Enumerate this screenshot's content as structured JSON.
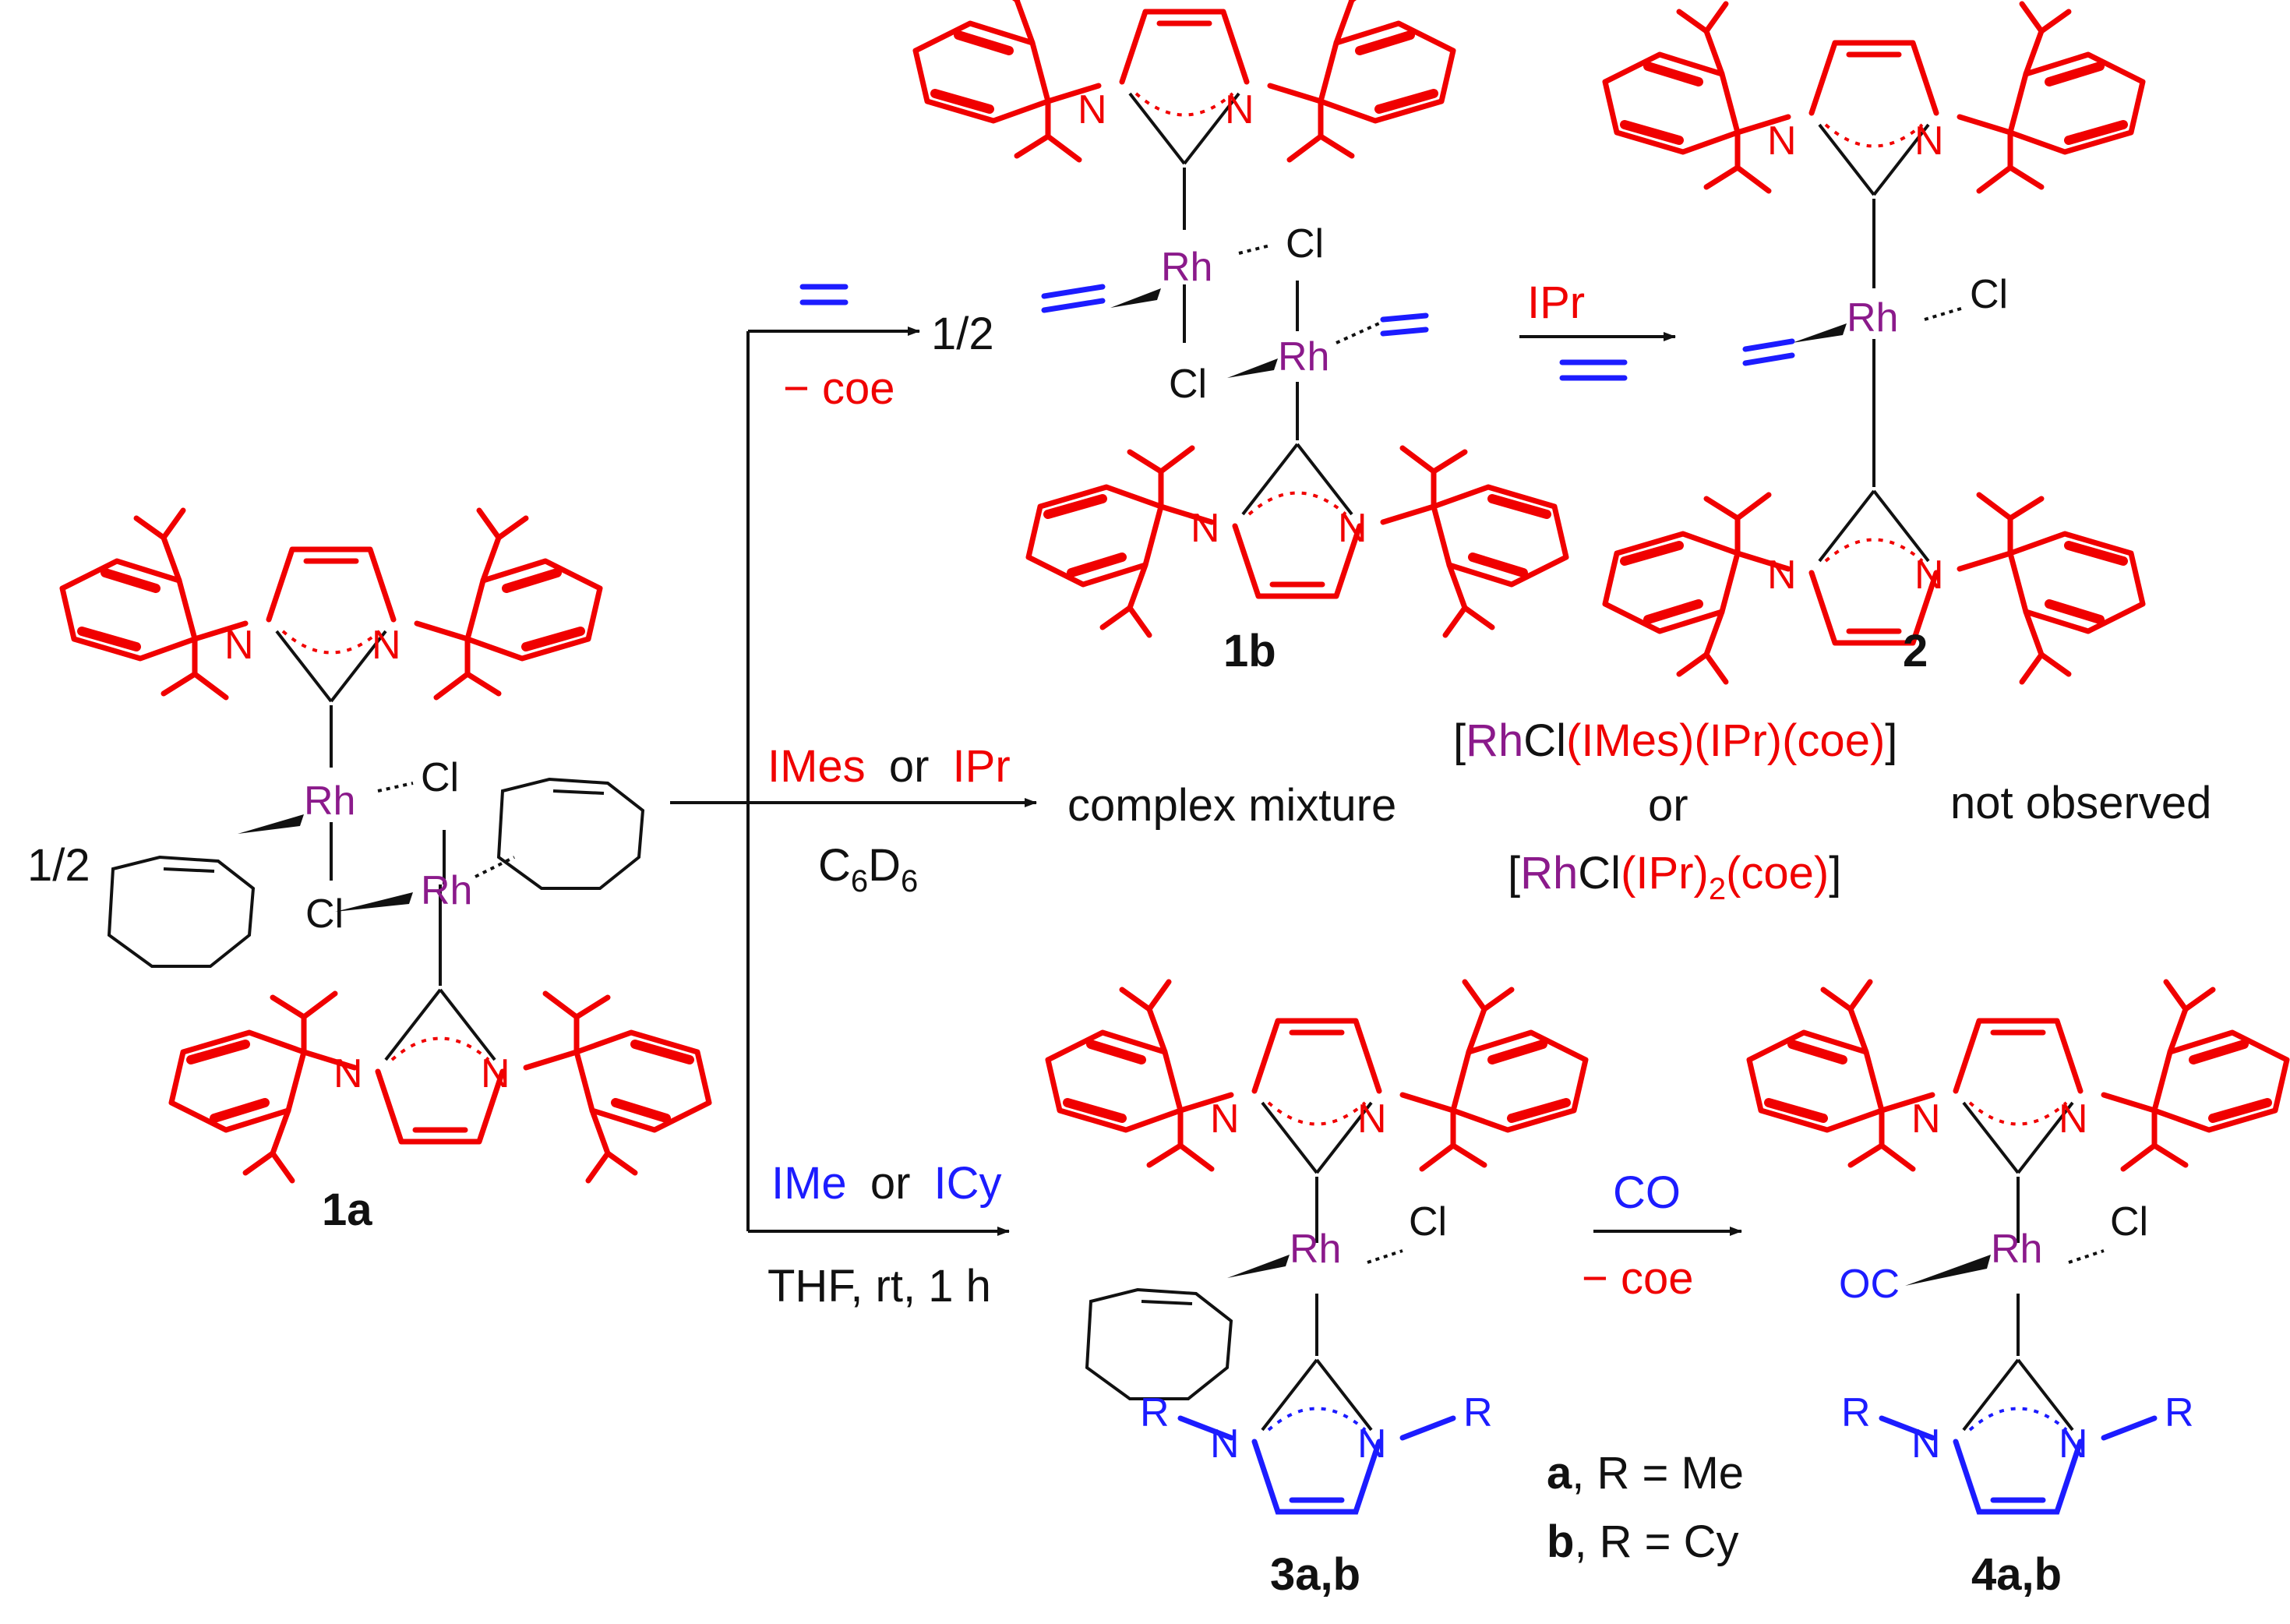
{
  "compounds": {
    "c1a": "1a",
    "c1b": "1b",
    "c2": "2",
    "c3": "3a,b",
    "c4": "4a,b"
  },
  "fraction": "1/2",
  "atoms": {
    "rh": "Rh",
    "cl": "Cl",
    "n": "N",
    "r": "R",
    "oc": "OC"
  },
  "arrows": {
    "top": {
      "minus_coe": "− coe"
    },
    "ipr_step": {
      "reagent": "IPr"
    },
    "middle": {
      "reagent_a": "IMes",
      "or": "or",
      "reagent_b": "IPr",
      "solvent": "C",
      "solvent_sub1": "6",
      "solvent_mid": "D",
      "solvent_sub2": "6"
    },
    "bottom": {
      "reagent_a": "IMe",
      "or": "or",
      "reagent_b": "ICy",
      "conditions": "THF, rt, 1 h"
    },
    "co_step": {
      "reagent": "CO",
      "minus_coe": "− coe"
    }
  },
  "result_middle": {
    "complex_mixture": "complex mixture",
    "line1": {
      "open": "[",
      "rh": "Rh",
      "cl": "Cl",
      "imes": "(IMes)(IPr)(coe)",
      "close": "]"
    },
    "or": "or",
    "line2": {
      "open": "[",
      "rh": "Rh",
      "cl": "Cl",
      "ipr": "(IPr)",
      "sub": "2",
      "coe": "(coe)",
      "close": "]"
    },
    "not_observed": "not observed"
  },
  "legend": {
    "a_key": "a",
    "a_text": ", R = Me",
    "b_key": "b",
    "b_text": ", R = Cy"
  },
  "colors": {
    "ligand_red": "#f00000",
    "ligand_blue": "#1c1cff",
    "metal_purple": "#8b1a8b",
    "text_black": "#111111"
  }
}
